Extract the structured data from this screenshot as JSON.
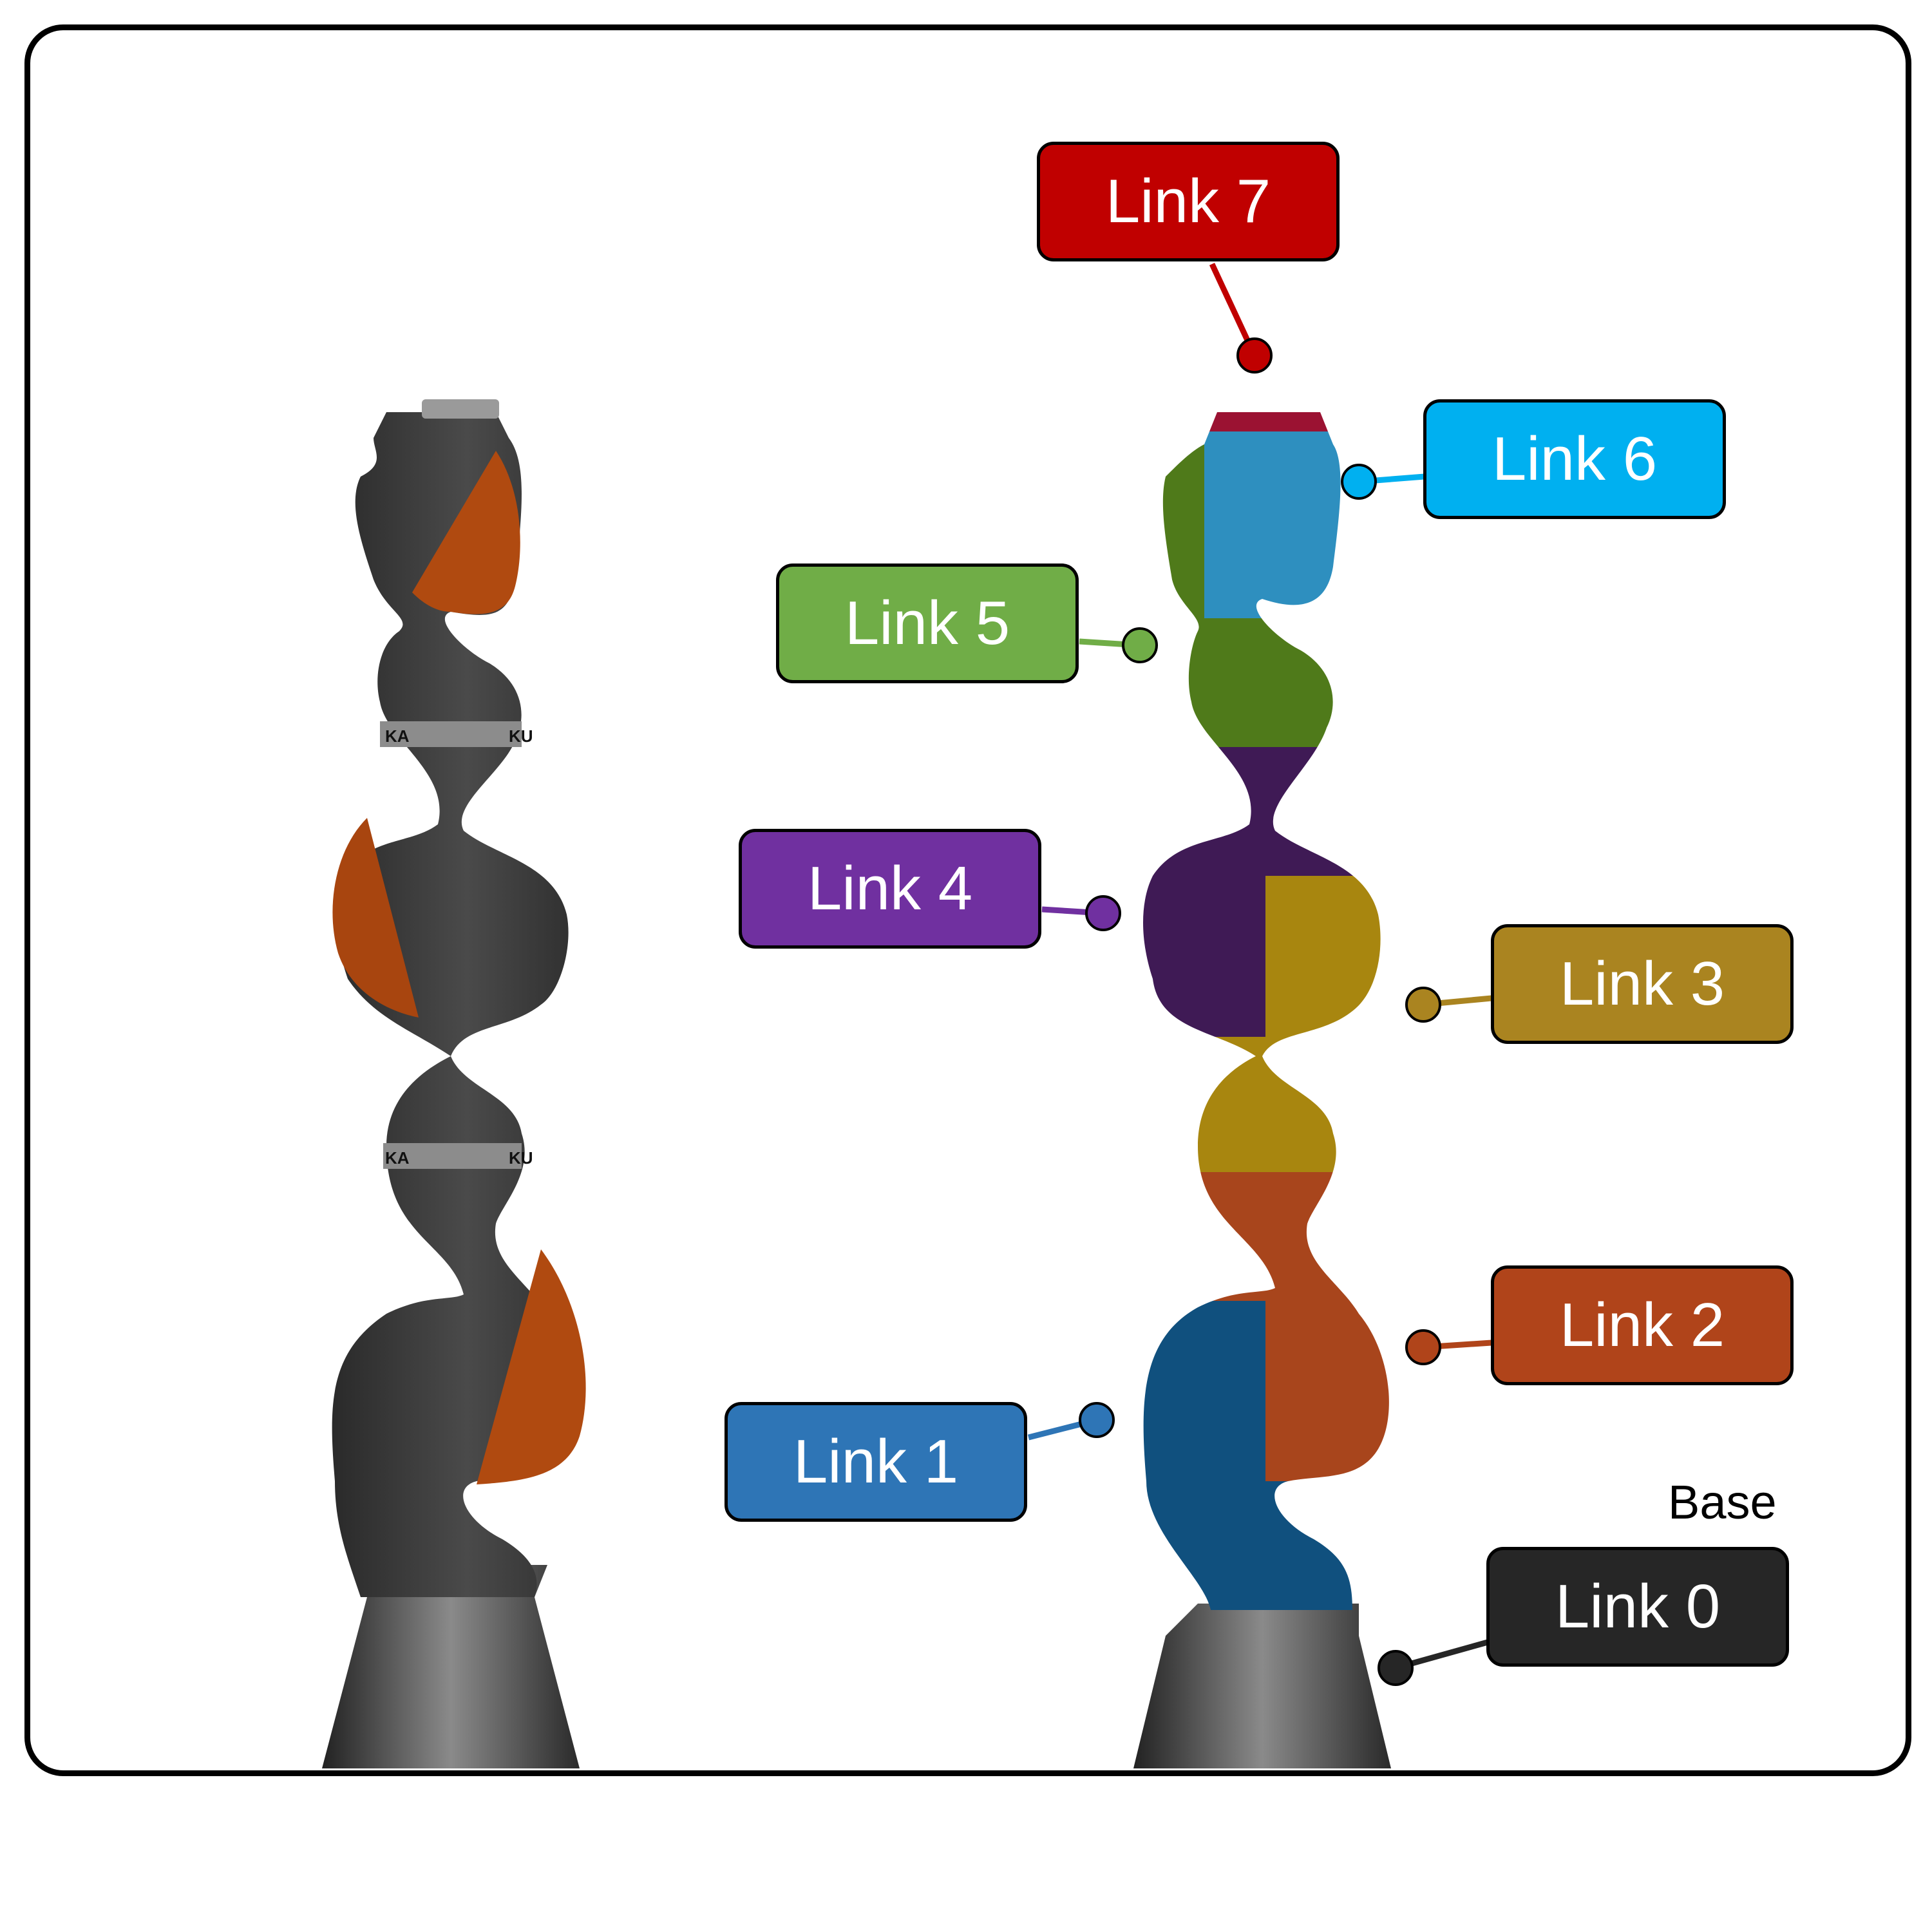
{
  "robots": [
    {
      "name": "robot-uncolored",
      "band_text_left": "KA",
      "band_text_right": "KU"
    },
    {
      "name": "robot-segmented"
    }
  ],
  "labels": [
    {
      "key": "link7",
      "text": "Link 7",
      "color": "#c00000"
    },
    {
      "key": "link6",
      "text": "Link 6",
      "color": "#00b0f0"
    },
    {
      "key": "link5",
      "text": "Link 5",
      "color": "#70ad47"
    },
    {
      "key": "link4",
      "text": "Link 4",
      "color": "#7030a0"
    },
    {
      "key": "link3",
      "text": "Link 3",
      "color": "#aa8420"
    },
    {
      "key": "link2",
      "text": "Link 2",
      "color": "#b0441a"
    },
    {
      "key": "link1",
      "text": "Link 1",
      "color": "#2e75b6"
    },
    {
      "key": "link0",
      "text": "Link 0",
      "color": "#262626"
    }
  ],
  "base_label": "Base",
  "colors": {
    "robot_gray": "#3c3c3c",
    "robot_accent_orange": "#b04a10",
    "band_gray": "#8c8c8c"
  }
}
